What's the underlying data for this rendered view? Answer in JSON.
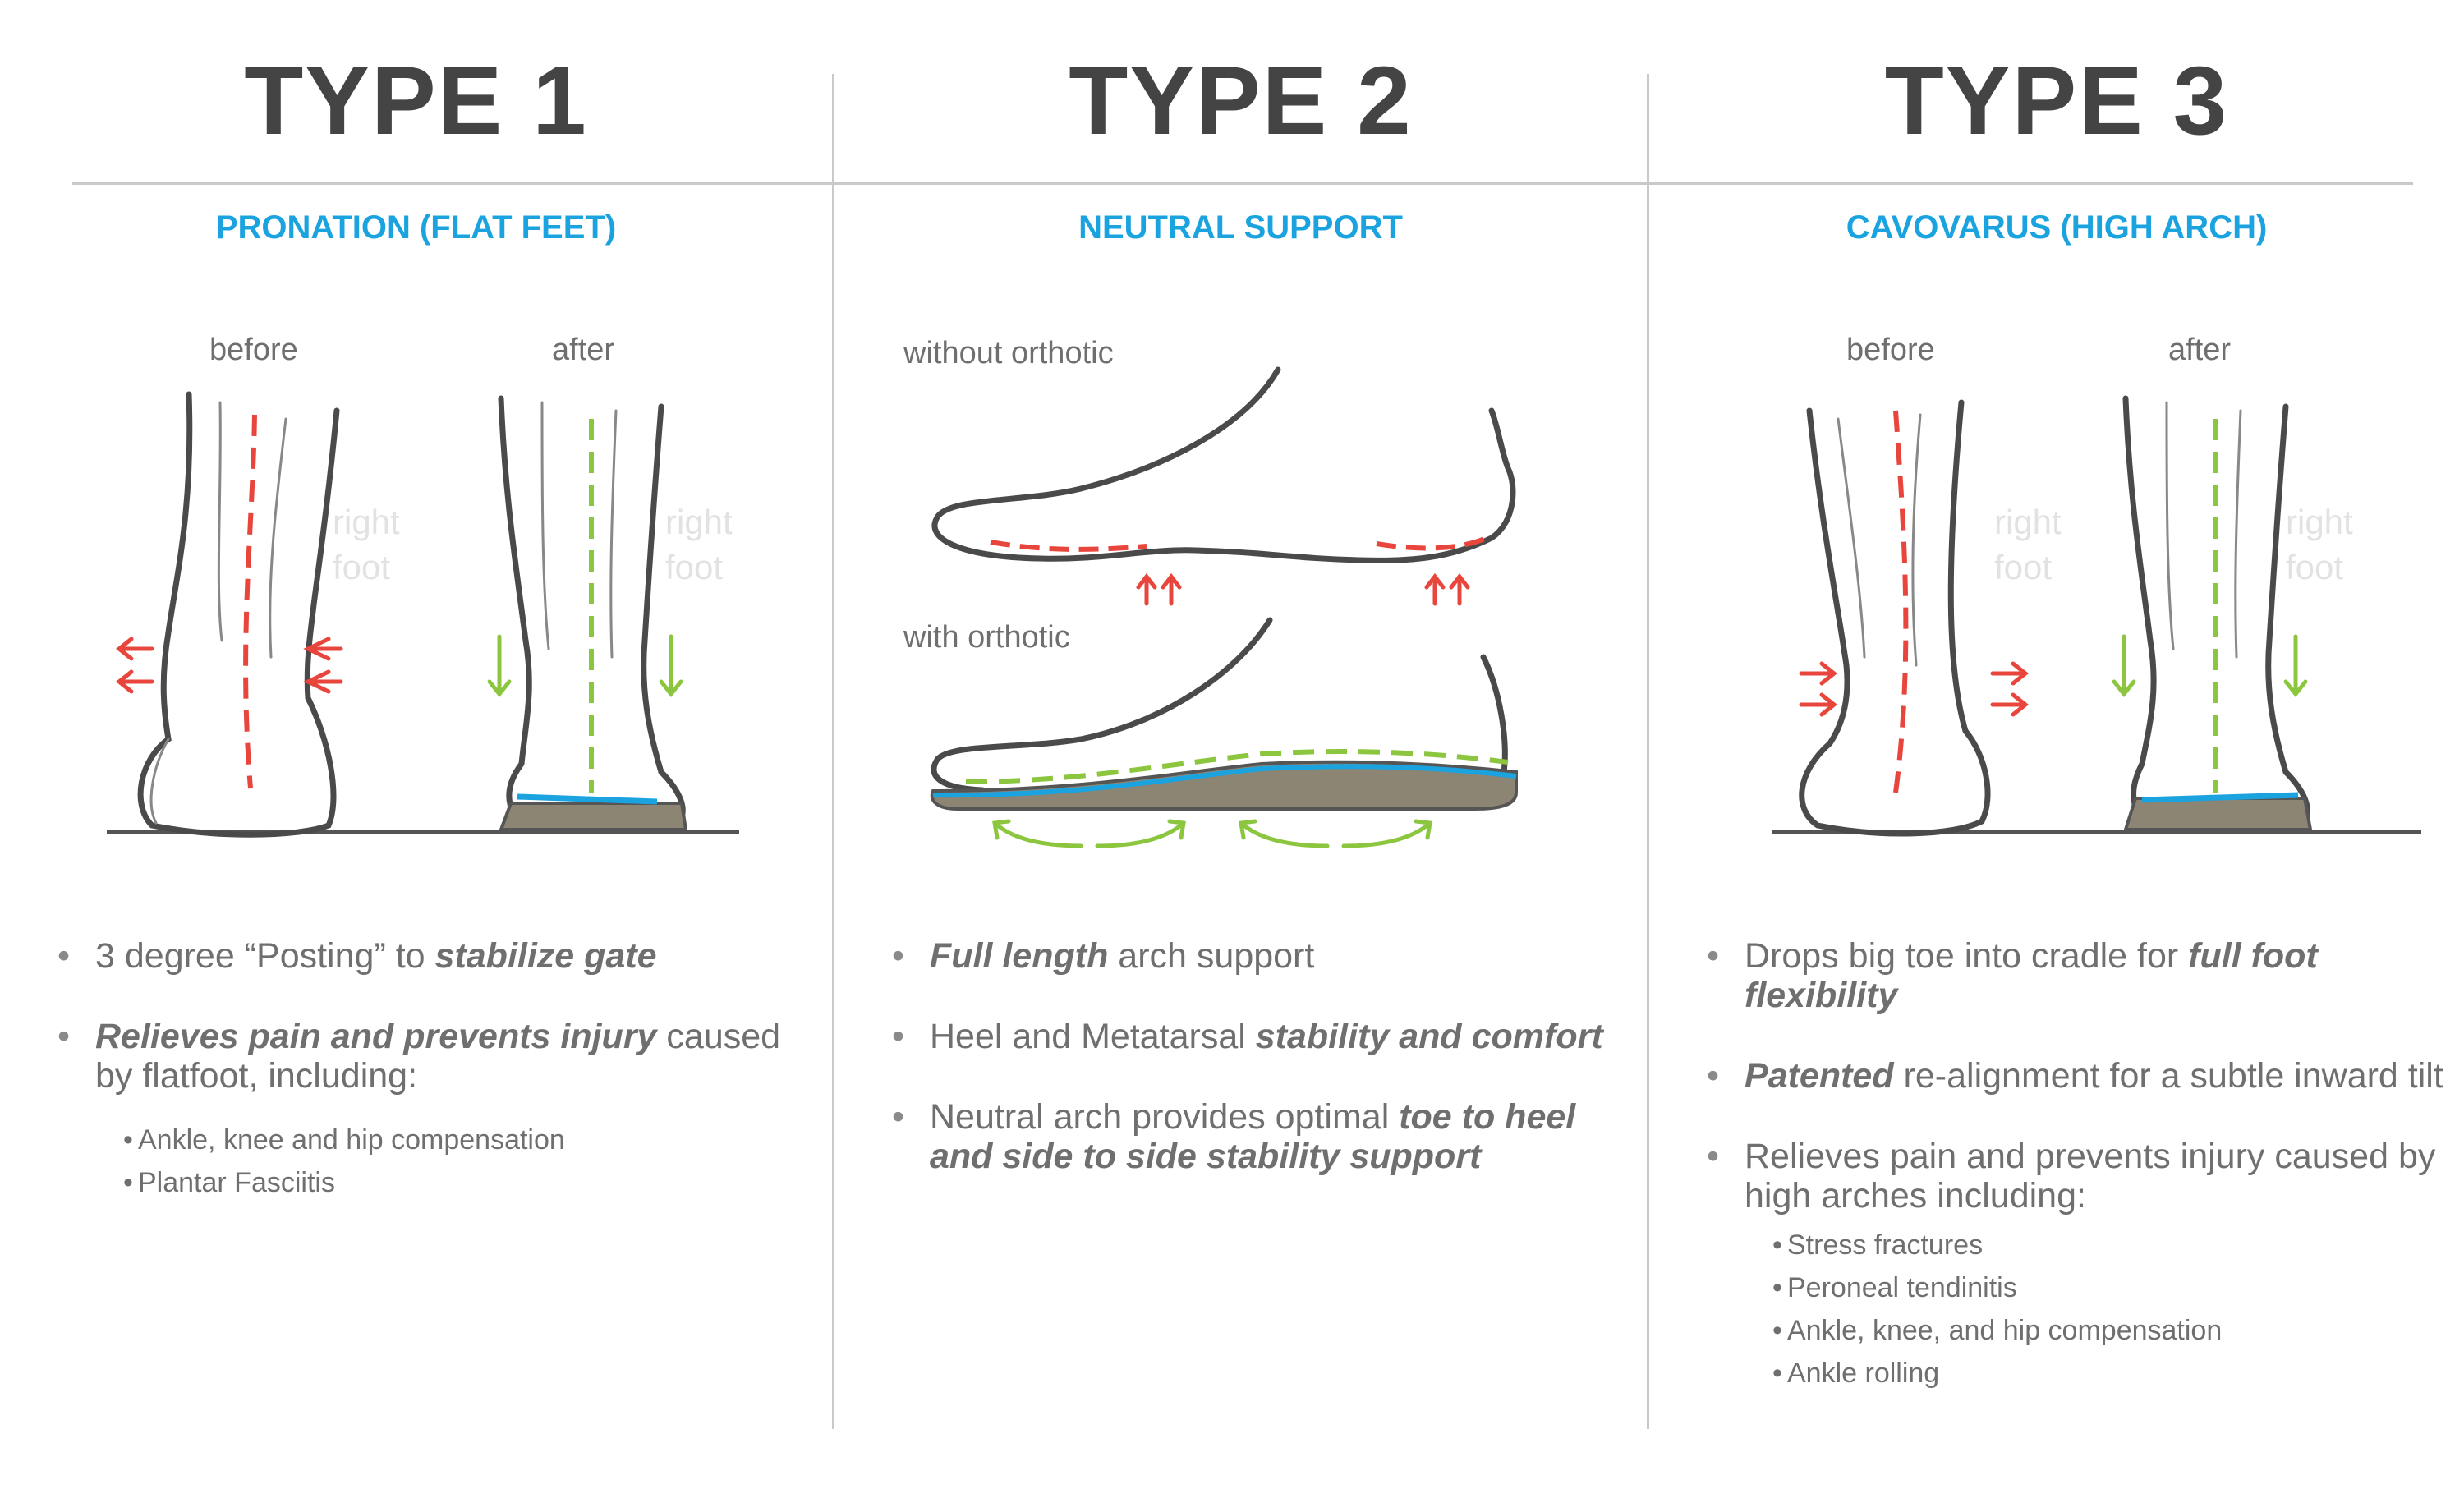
{
  "columns": [
    {
      "title": "TYPE 1",
      "subtitle": "PRONATION (FLAT FEET)",
      "labels": {
        "before": "before",
        "after": "after",
        "ghost_line1": "right",
        "ghost_line2": "foot"
      },
      "bullets": [
        {
          "parts": [
            {
              "text": "3 degree “Posting” to ",
              "bold": false
            },
            {
              "text": "stabilize gate",
              "bold": true
            }
          ]
        },
        {
          "parts": [
            {
              "text": "Relieves pain and prevents injury",
              "bold": true
            },
            {
              "text": " caused by flatfoot, including:",
              "bold": false
            }
          ],
          "sub": [
            "Ankle, knee and hip compensation",
            "Plantar Fasciitis"
          ]
        }
      ]
    },
    {
      "title": "TYPE 2",
      "subtitle": "NEUTRAL SUPPORT",
      "labels": {
        "without": "without orthotic",
        "with": "with orthotic"
      },
      "bullets": [
        {
          "parts": [
            {
              "text": "Full length",
              "bold": true
            },
            {
              "text": " arch support",
              "bold": false
            }
          ]
        },
        {
          "parts": [
            {
              "text": "Heel and Metatarsal ",
              "bold": false
            },
            {
              "text": "stability and comfort",
              "bold": true
            }
          ]
        },
        {
          "parts": [
            {
              "text": "Neutral arch provides optimal ",
              "bold": false
            },
            {
              "text": "toe to heel and side to side stability support",
              "bold": true
            }
          ]
        }
      ]
    },
    {
      "title": "TYPE 3",
      "subtitle": "CAVOVARUS (HIGH ARCH)",
      "labels": {
        "before": "before",
        "after": "after",
        "ghost_line1": "right",
        "ghost_line2": "foot"
      },
      "bullets": [
        {
          "parts": [
            {
              "text": "Drops big toe into cradle for ",
              "bold": false
            },
            {
              "text": "full foot flexibility",
              "bold": true
            }
          ]
        },
        {
          "parts": [
            {
              "text": "Patented",
              "bold": true
            },
            {
              "text": " re-alignment for a subtle inward tilt",
              "bold": false
            }
          ]
        },
        {
          "parts": [
            {
              "text": "Relieves pain and prevents injury caused by high arches including:",
              "bold": false
            }
          ],
          "sub": [
            "Stress fractures",
            "Peroneal tendinitis",
            "Ankle, knee, and hip compensation",
            "Ankle rolling"
          ]
        }
      ]
    }
  ],
  "colors": {
    "title": "#444444",
    "subtitle": "#1aa3df",
    "red": "#e8453c",
    "green": "#8cc63f",
    "insole_blue": "#1aa3df",
    "insole_body": "#8c8573"
  }
}
